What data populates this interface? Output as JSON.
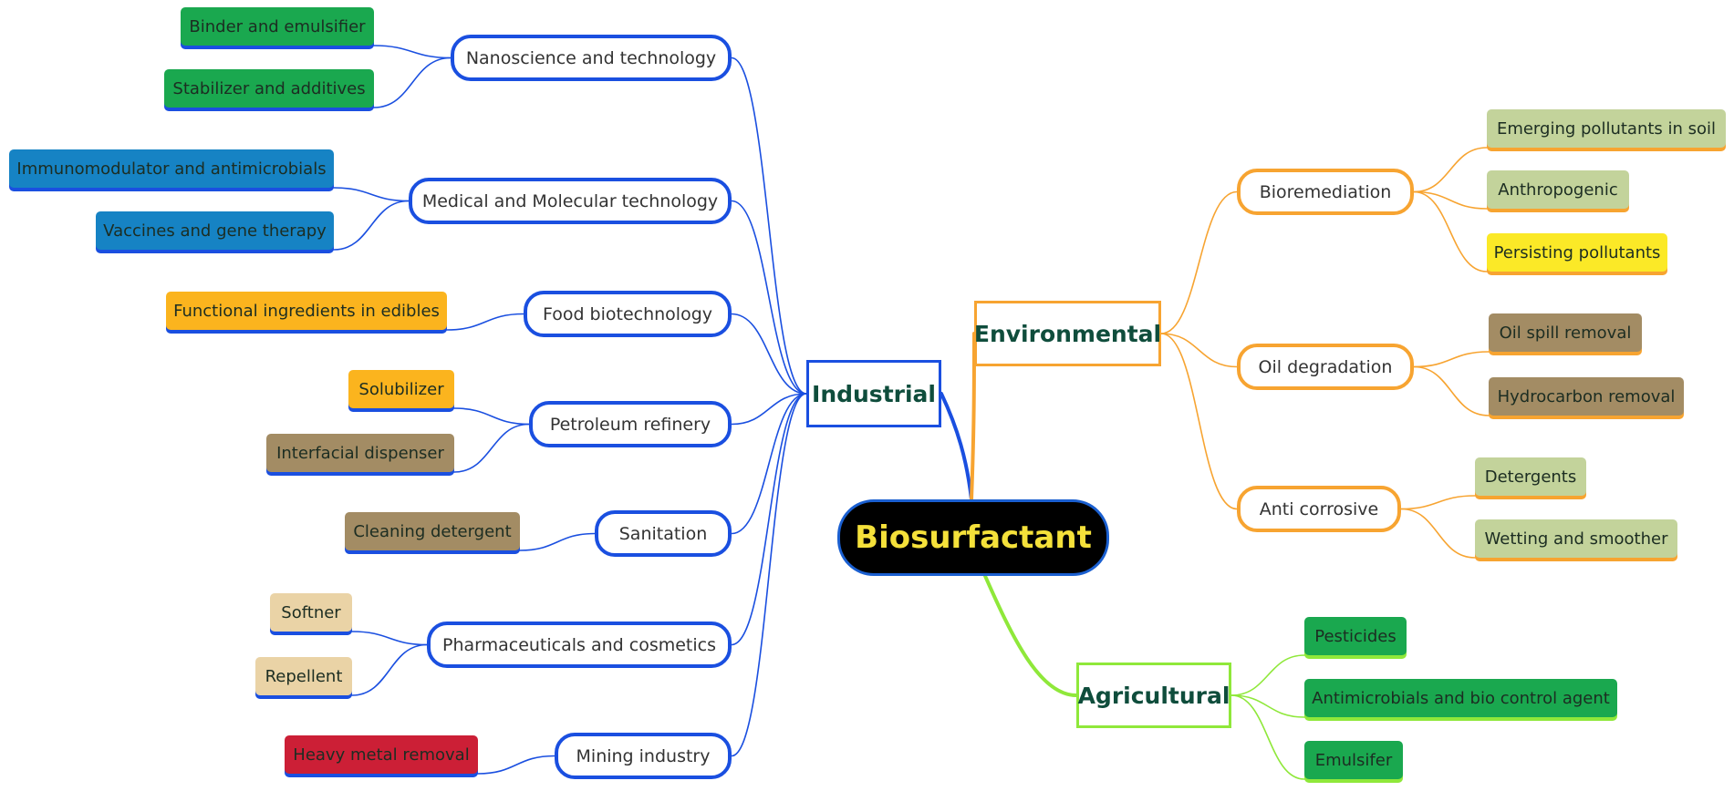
{
  "root": {
    "label": "Biosurfactant"
  },
  "colors": {
    "industrial": "#1a4fe0",
    "environmental": "#f7a431",
    "agricultural": "#8fe83a",
    "root_fill": "#000000",
    "root_text": "#f5e13a"
  },
  "branches": [
    {
      "id": "industrial",
      "label": "Industrial",
      "children": [
        {
          "label": "Nanoscience and technology",
          "leaves": [
            {
              "label": "Binder and emulsifier",
              "color": "#1aa84f"
            },
            {
              "label": "Stabilizer and additives",
              "color": "#1aa84f"
            }
          ]
        },
        {
          "label": "Medical and Molecular technology",
          "leaves": [
            {
              "label": "Immunomodulator and antimicrobials",
              "color": "#1683c4"
            },
            {
              "label": "Vaccines and gene therapy",
              "color": "#1683c4"
            }
          ]
        },
        {
          "label": "Food biotechnology",
          "leaves": [
            {
              "label": "Functional ingredients in edibles",
              "color": "#fbb41e"
            }
          ]
        },
        {
          "label": "Petroleum refinery",
          "leaves": [
            {
              "label": "Solubilizer",
              "color": "#fbb41e"
            },
            {
              "label": "Interfacial dispenser",
              "color": "#a38c64"
            }
          ]
        },
        {
          "label": "Sanitation",
          "leaves": [
            {
              "label": "Cleaning detergent",
              "color": "#a38c64"
            }
          ]
        },
        {
          "label": "Pharmaceuticals and cosmetics",
          "leaves": [
            {
              "label": "Softner",
              "color": "#ead3a6"
            },
            {
              "label": "Repellent",
              "color": "#ead3a6"
            }
          ]
        },
        {
          "label": "Mining industry",
          "leaves": [
            {
              "label": "Heavy metal removal",
              "color": "#cc1f36"
            }
          ]
        }
      ]
    },
    {
      "id": "environmental",
      "label": "Environmental",
      "children": [
        {
          "label": "Bioremediation",
          "leaves": [
            {
              "label": "Emerging pollutants in soil",
              "color": "#c3d39b"
            },
            {
              "label": "Anthropogenic",
              "color": "#c3d39b"
            },
            {
              "label": "Persisting pollutants",
              "color": "#fbe927"
            }
          ]
        },
        {
          "label": "Oil degradation",
          "leaves": [
            {
              "label": "Oil spill removal",
              "color": "#a38c64"
            },
            {
              "label": "Hydrocarbon removal",
              "color": "#a38c64"
            }
          ]
        },
        {
          "label": "Anti corrosive",
          "leaves": [
            {
              "label": "Detergents",
              "color": "#c3d39b"
            },
            {
              "label": "Wetting and smoother",
              "color": "#c3d39b"
            }
          ]
        }
      ]
    },
    {
      "id": "agricultural",
      "label": "Agricultural",
      "children": [
        {
          "label": "Pesticides",
          "color": "#1aa84f"
        },
        {
          "label": "Antimicrobials and bio control agent",
          "color": "#1aa84f"
        },
        {
          "label": "Emulsifer",
          "color": "#1aa84f"
        }
      ]
    }
  ]
}
